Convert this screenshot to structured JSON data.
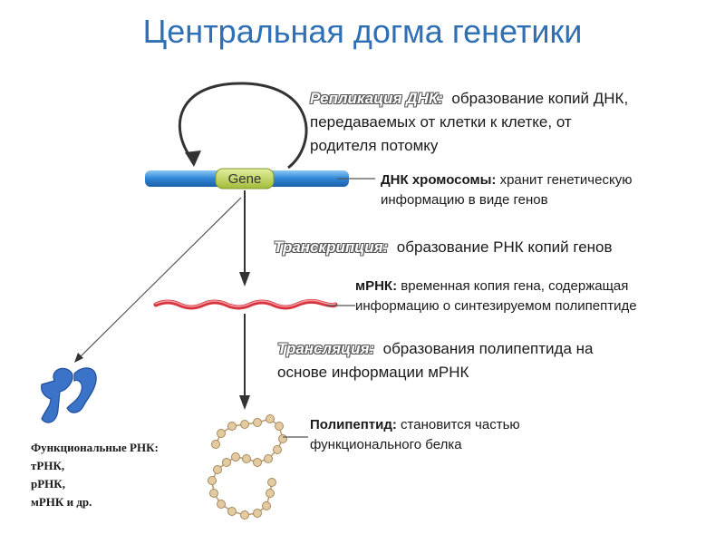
{
  "title": "Центральная догма генетики",
  "replication": {
    "term": "Репликация ДНК:",
    "line1": "образование копий ДНК,",
    "line2": "передаваемых от клетки к клетке, от",
    "line3": "родителя потомку"
  },
  "gene_label": "Gene",
  "dna": {
    "term": "ДНК хромосомы:",
    "line1": "хранит генетическую",
    "line2": "информацию в виде генов"
  },
  "transcription": {
    "term": "Транскрипция:",
    "text": "образование РНК копий генов"
  },
  "mrna": {
    "term": "мРНК:",
    "line1": "временная копия гена, содержащая",
    "line2": "информацию о синтезируемом полипептиде"
  },
  "translation": {
    "term": "Трансляция:",
    "line1": "образования полипептида на",
    "line2": "основе информации мРНК"
  },
  "polypeptide": {
    "term": "Полипептид:",
    "line1": "становится частью",
    "line2": "функционального белка"
  },
  "functional_rna": {
    "line1": "Функциональные РНК:",
    "line2": "тРНК,",
    "line3": "рРНК,",
    "line4": "мРНК и др."
  },
  "colors": {
    "title": "#2e6fb5",
    "dna": "#2f86d6",
    "gene": "#b9cf54",
    "mrna": "#d8343f",
    "bead": "#e2cba2",
    "rna_shape": "#3a73c8"
  }
}
